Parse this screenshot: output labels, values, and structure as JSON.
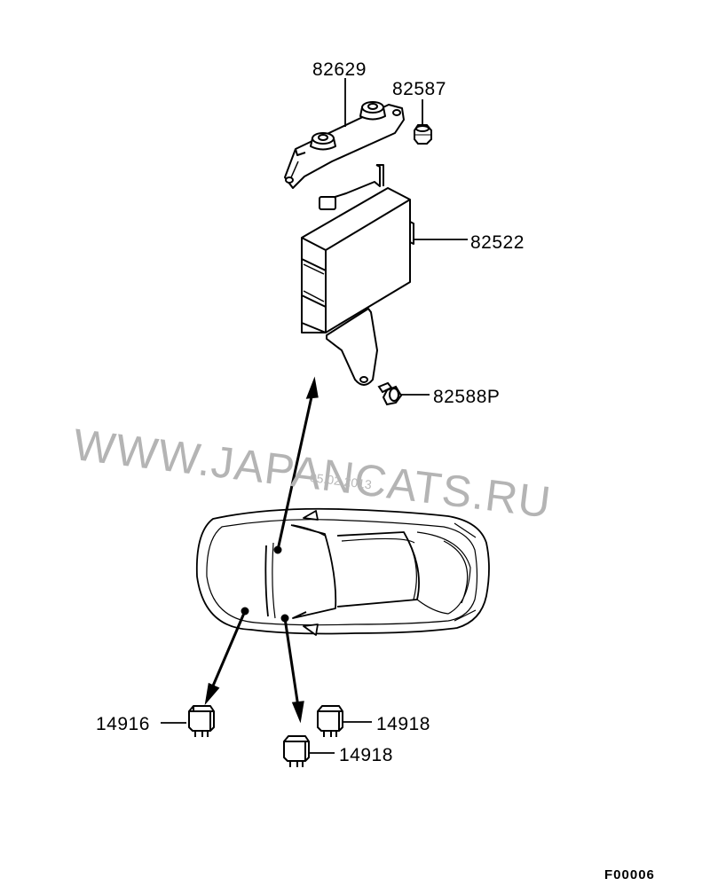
{
  "parts": {
    "p82629": "82629",
    "p82587": "82587",
    "p82522": "82522",
    "p82588p": "82588P",
    "p14916": "14916",
    "p14918_a": "14918",
    "p14918_b": "14918"
  },
  "figure_code": "F00006",
  "watermark": {
    "text": "WWW.JAPANCATS.RU",
    "date": "05.02.2013"
  },
  "colors": {
    "line": "#000000",
    "watermark": "#b4b4b4"
  }
}
